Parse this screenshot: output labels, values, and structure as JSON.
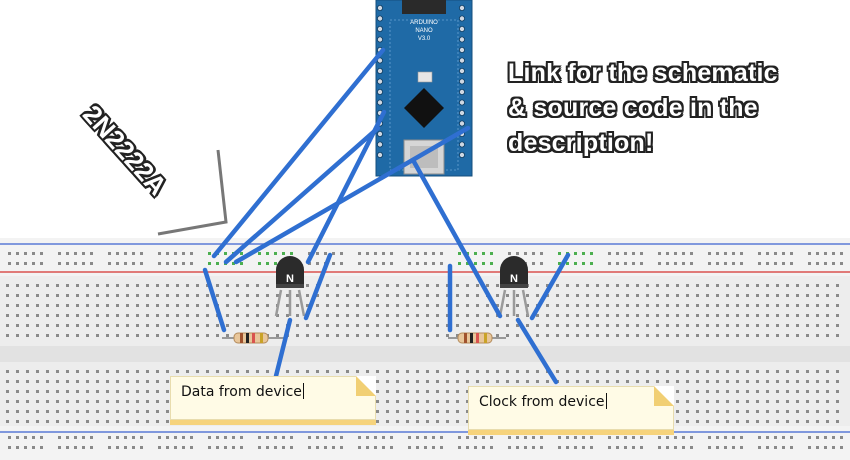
{
  "heading_lines": [
    "Link for the schematic",
    "& source code in the",
    "description!"
  ],
  "part_label": "2N2222A",
  "board": {
    "brand": "ARDUINO",
    "model": "NANO",
    "version": "V3.0"
  },
  "transistor_marking": "N",
  "notes": {
    "data": "Data from device",
    "clock": "Clock from device"
  },
  "colors": {
    "wire": "#2f6fd1",
    "board_pcb": "#1f6aa6",
    "breadboard": "#ededed",
    "rail_red": "#d9534f",
    "rail_blue": "#5b7bd6",
    "transistor": "#2b2b2b",
    "note_fill": "#fffbe6",
    "note_edge": "#f6d37c"
  }
}
